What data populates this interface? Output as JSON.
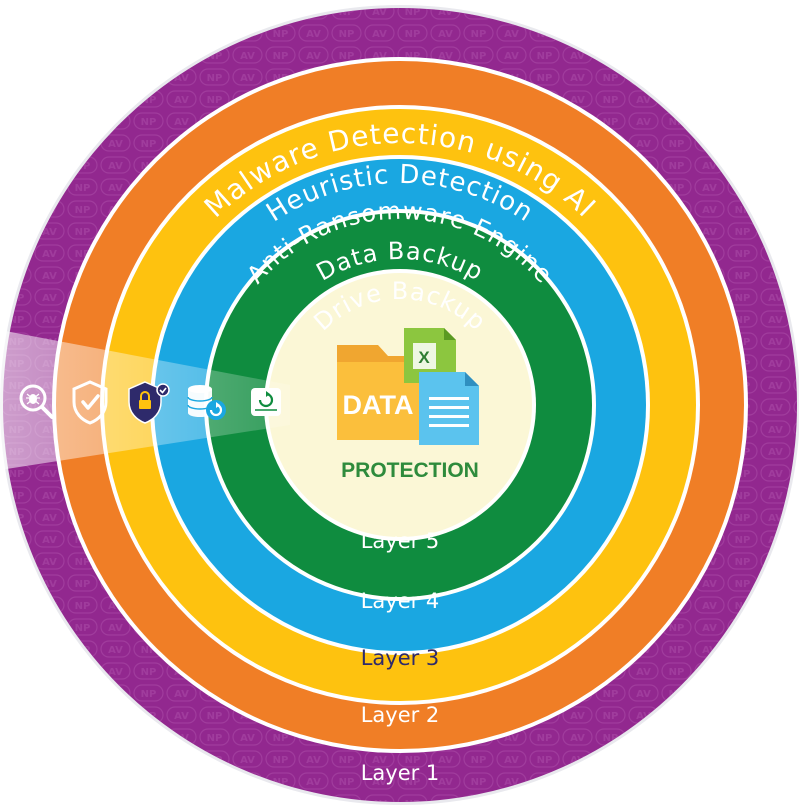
{
  "colors": {
    "layer1": "#92288f",
    "layer2": "#f07e26",
    "layer3": "#fec20f",
    "layer4": "#1aa7e1",
    "layer5": "#0f8c3f",
    "core": "#fbf7d6",
    "ring_gap": "#ffffff",
    "dark_text": "#2e2a6b",
    "pattern": "#b155ad"
  },
  "watermark_tokens": [
    "NP",
    "AV"
  ],
  "layers": [
    {
      "id": "layer1",
      "ring_title": "Malware Detection using AI",
      "layer_label": "Layer 1",
      "icon": "bug-magnifier-icon"
    },
    {
      "id": "layer2",
      "ring_title": "Heuristic Detection",
      "layer_label": "Layer 2",
      "icon": "shield-check-icon"
    },
    {
      "id": "layer3",
      "ring_title": "Anti-Ransomware Engine",
      "layer_label": "Layer 3",
      "icon": "shield-lock-icon"
    },
    {
      "id": "layer4",
      "ring_title": "Data Backup",
      "layer_label": "Layer 4",
      "icon": "database-restore-icon"
    },
    {
      "id": "layer5",
      "ring_title": "Drive Backup",
      "layer_label": "Layer 5",
      "icon": "drive-restore-icon"
    }
  ],
  "core": {
    "folder_text": "DATA",
    "caption": "PROTECTION",
    "excel_letter": "X",
    "icons": [
      "folder-icon",
      "excel-file-icon",
      "document-icon"
    ]
  }
}
